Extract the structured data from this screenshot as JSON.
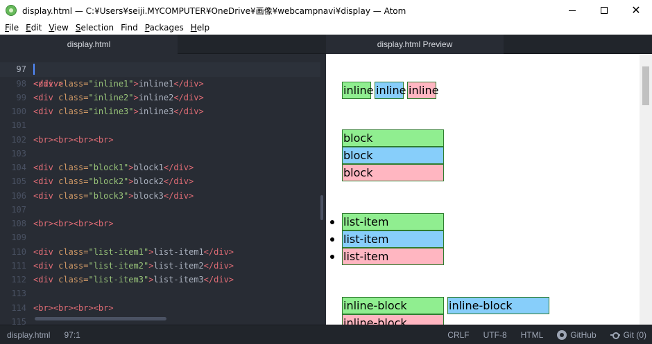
{
  "window": {
    "title": "display.html — C:¥Users¥seiji.MYCOMPUTER¥OneDrive¥画像¥webcampnavi¥display — Atom"
  },
  "menu": [
    {
      "mnemonic": "F",
      "rest": "ile"
    },
    {
      "mnemonic": "E",
      "rest": "dit"
    },
    {
      "mnemonic": "V",
      "rest": "iew"
    },
    {
      "mnemonic": "S",
      "rest": "election"
    },
    {
      "mnemonic": "F",
      "rest": "ind"
    },
    {
      "mnemonic": "P",
      "rest": "ackages"
    },
    {
      "mnemonic": "H",
      "rest": "elp"
    }
  ],
  "tabs": {
    "editor": "display.html",
    "preview": "display.html Preview"
  },
  "editor": {
    "partial_top": "</div>",
    "lines": [
      {
        "n": "97",
        "cursor": true,
        "tokens": []
      },
      {
        "n": "98",
        "tokens": [
          [
            "tag",
            "<div "
          ],
          [
            "attr",
            "class="
          ],
          [
            "str",
            "\"inline1\""
          ],
          [
            "tag",
            ">"
          ],
          [
            "txt",
            "inline1"
          ],
          [
            "tag",
            "</div>"
          ]
        ]
      },
      {
        "n": "99",
        "tokens": [
          [
            "tag",
            "<div "
          ],
          [
            "attr",
            "class="
          ],
          [
            "str",
            "\"inline2\""
          ],
          [
            "tag",
            ">"
          ],
          [
            "txt",
            "inline2"
          ],
          [
            "tag",
            "</div>"
          ]
        ]
      },
      {
        "n": "100",
        "tokens": [
          [
            "tag",
            "<div "
          ],
          [
            "attr",
            "class="
          ],
          [
            "str",
            "\"inline3\""
          ],
          [
            "tag",
            ">"
          ],
          [
            "txt",
            "inline3"
          ],
          [
            "tag",
            "</div>"
          ]
        ]
      },
      {
        "n": "101",
        "tokens": []
      },
      {
        "n": "102",
        "tokens": [
          [
            "tag",
            "<br><br><br><br>"
          ]
        ]
      },
      {
        "n": "103",
        "tokens": []
      },
      {
        "n": "104",
        "tokens": [
          [
            "tag",
            "<div "
          ],
          [
            "attr",
            "class="
          ],
          [
            "str",
            "\"block1\""
          ],
          [
            "tag",
            ">"
          ],
          [
            "txt",
            "block1"
          ],
          [
            "tag",
            "</div>"
          ]
        ]
      },
      {
        "n": "105",
        "tokens": [
          [
            "tag",
            "<div "
          ],
          [
            "attr",
            "class="
          ],
          [
            "str",
            "\"block2\""
          ],
          [
            "tag",
            ">"
          ],
          [
            "txt",
            "block2"
          ],
          [
            "tag",
            "</div>"
          ]
        ]
      },
      {
        "n": "106",
        "tokens": [
          [
            "tag",
            "<div "
          ],
          [
            "attr",
            "class="
          ],
          [
            "str",
            "\"block3\""
          ],
          [
            "tag",
            ">"
          ],
          [
            "txt",
            "block3"
          ],
          [
            "tag",
            "</div>"
          ]
        ]
      },
      {
        "n": "107",
        "tokens": []
      },
      {
        "n": "108",
        "tokens": [
          [
            "tag",
            "<br><br><br><br>"
          ]
        ]
      },
      {
        "n": "109",
        "tokens": []
      },
      {
        "n": "110",
        "tokens": [
          [
            "tag",
            "<div "
          ],
          [
            "attr",
            "class="
          ],
          [
            "str",
            "\"list-item1\""
          ],
          [
            "tag",
            ">"
          ],
          [
            "txt",
            "list-item1"
          ],
          [
            "tag",
            "</div>"
          ]
        ]
      },
      {
        "n": "111",
        "tokens": [
          [
            "tag",
            "<div "
          ],
          [
            "attr",
            "class="
          ],
          [
            "str",
            "\"list-item2\""
          ],
          [
            "tag",
            ">"
          ],
          [
            "txt",
            "list-item2"
          ],
          [
            "tag",
            "</div>"
          ]
        ]
      },
      {
        "n": "112",
        "tokens": [
          [
            "tag",
            "<div "
          ],
          [
            "attr",
            "class="
          ],
          [
            "str",
            "\"list-item3\""
          ],
          [
            "tag",
            ">"
          ],
          [
            "txt",
            "list-item3"
          ],
          [
            "tag",
            "</div>"
          ]
        ]
      },
      {
        "n": "113",
        "tokens": []
      },
      {
        "n": "114",
        "tokens": [
          [
            "tag",
            "<br><br><br><br>"
          ]
        ]
      },
      {
        "n": "115",
        "tokens": []
      }
    ]
  },
  "preview": {
    "inline": [
      "inline",
      "inline",
      "inline"
    ],
    "block": [
      "block",
      "block",
      "block"
    ],
    "list_item": [
      "list-item",
      "list-item",
      "list-item"
    ],
    "inline_block": [
      "inline-block",
      "inline-block",
      "inline-block"
    ]
  },
  "status": {
    "file": "display.html",
    "cursor": "97:1",
    "line_ending": "CRLF",
    "encoding": "UTF-8",
    "grammar": "HTML",
    "github": "GitHub",
    "git": "Git (0)"
  },
  "colors": {
    "green": "#90ee90",
    "blue": "#87cefa",
    "pink": "#ffb6c1",
    "editor_bg": "#282c34"
  }
}
